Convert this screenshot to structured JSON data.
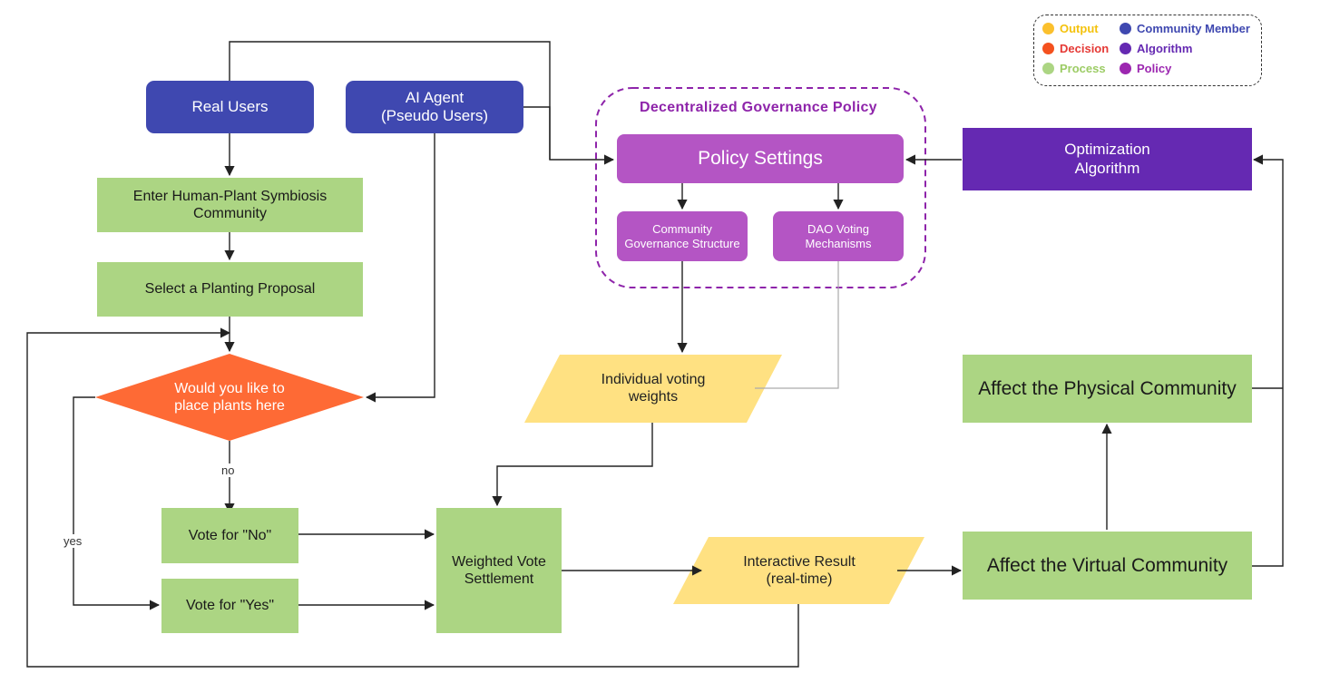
{
  "colors": {
    "member": "#3f48b0",
    "process": "#acd583",
    "decision": "#fe6a35",
    "output": "#ffe182",
    "policy": "#b455c4",
    "algorithm": "#6529b2"
  },
  "legend": {
    "output": "Output",
    "decision": "Decision",
    "process": "Process",
    "community_member": "Community Member",
    "algorithm": "Algorithm",
    "policy": "Policy"
  },
  "nodes": {
    "real_users": "Real Users",
    "ai_agent": "AI Agent\n(Pseudo Users)",
    "enter_community": "Enter Human-Plant Symbiosis\nCommunity",
    "select_proposal": "Select a Planting Proposal",
    "decision": "Would you like to\nplace plants here",
    "vote_no": "Vote for \"No\"",
    "vote_yes": "Vote for \"Yes\"",
    "weighted_vote": "Weighted Vote\nSettlement",
    "voting_weights": "Individual voting\nweights",
    "interactive_result": "Interactive Result\n(real-time)",
    "affect_virtual": "Affect the Virtual Community",
    "affect_physical": "Affect the Physical Community",
    "optimization": "Optimization\nAlgorithm",
    "policy_settings": "Policy Settings",
    "governance_structure": "Community\nGovernance Structure",
    "dao_voting": "DAO Voting\nMechanisms"
  },
  "group": {
    "title": "Decentralized Governance Policy"
  },
  "edge_labels": {
    "no": "no",
    "yes": "yes"
  }
}
